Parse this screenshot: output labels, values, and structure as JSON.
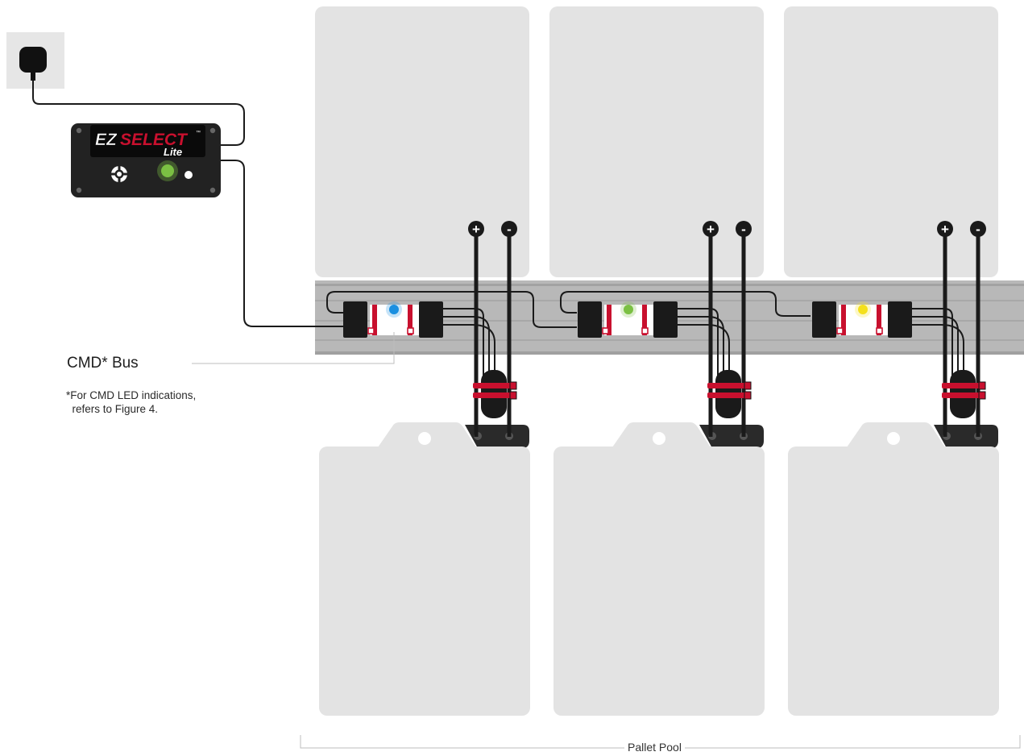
{
  "device": {
    "brand_ez": "EZ",
    "brand_select": "SELECT",
    "brand_tm": "™",
    "model": "Lite",
    "led_color": "#7bc043"
  },
  "bus": {
    "label": "CMD* Bus",
    "note": "*For CMD LED indications,\n  refers to Figure 4."
  },
  "modules": [
    {
      "id": "module-1",
      "led_color": "#1a8fe0"
    },
    {
      "id": "module-2",
      "led_color": "#7bc043"
    },
    {
      "id": "module-3",
      "led_color": "#f4e01c"
    }
  ],
  "terminals": {
    "positive": "+",
    "negative": "-"
  },
  "pool": {
    "label": "Pallet Pool"
  },
  "colors": {
    "panel": "#e3e3e3",
    "rail": "#b5b5b5",
    "cable": "#1a1a1a",
    "tie": "#c8102e",
    "device_body": "#222222",
    "brand_red": "#c8102e"
  }
}
